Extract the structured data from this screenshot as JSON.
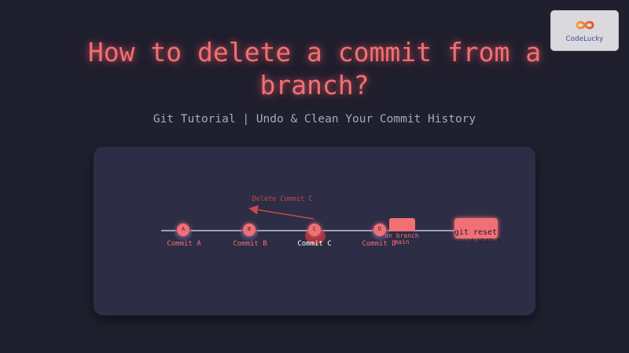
{
  "brand": {
    "name": "CodeLucky",
    "icon": "infinity-logo-icon"
  },
  "header": {
    "title": "How to delete a commit from a branch?",
    "subtitle": "Git Tutorial | Undo & Clean Your Commit History"
  },
  "diagram": {
    "commits": [
      {
        "letter": "A",
        "label": "Commit A",
        "highlight": false
      },
      {
        "letter": "B",
        "label": "Commit B",
        "highlight": false
      },
      {
        "letter": "C",
        "label": "Commit C",
        "highlight": true
      },
      {
        "letter": "D",
        "label": "Commit D",
        "highlight": false
      }
    ],
    "delete_label": "Delete Commit C",
    "branch_label_line1": "on branch",
    "branch_label_line2": "main",
    "command_label": "git reset",
    "command_sublabel": "--hard HEAD~1"
  },
  "colors": {
    "background": "#1f1f2e",
    "panel": "#2d2d45",
    "accent": "#f07074",
    "timeline": "#9aa3c0",
    "subtitle": "#a3a9c4"
  }
}
